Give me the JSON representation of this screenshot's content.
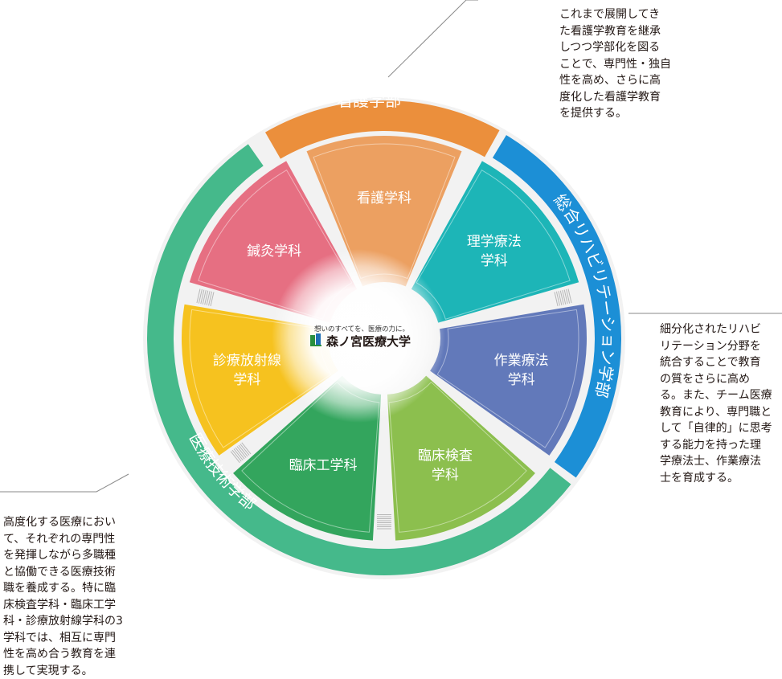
{
  "center": {
    "tagline": "想いのすべてを、医療の力に。",
    "logo_name": "森ノ宮医療大学"
  },
  "faculties": {
    "nursing": {
      "name": "看護学部",
      "color": "#eb8f3c",
      "description": [
        "これまで展開してき",
        "た看護学教育を継承",
        "しつつ学部化を図る",
        "ことで、専門性・独自",
        "性を高め、さらに高",
        "度化した看護学教育",
        "を提供する。"
      ]
    },
    "rehabilitation": {
      "name": "総合リハビリテーション学部",
      "color": "#1c8fd6",
      "description": [
        "細分化されたリハビ",
        "リテーション分野を",
        "統合することで教育",
        "の質をさらに高め",
        "る。また、チーム医療",
        "教育により、専門職と",
        "して「自律的」に思考",
        "する能力を持った理",
        "学療法士、作業療法",
        "士を育成する。"
      ]
    },
    "medical_technology": {
      "name": "医療技術学部",
      "color": "#45b98b",
      "description": [
        "高度化する医療におい",
        "て、それぞれの専門性",
        "を発揮しながら多職種",
        "と協働できる医療技術",
        "職を養成する。特に臨",
        "床検査学科・臨床工学",
        "科・診療放射線学科の3",
        "学科では、相互に専門",
        "性を高め合う教育を連",
        "携して実現する。"
      ]
    }
  },
  "departments": [
    {
      "key": "nursing",
      "lines": [
        "看護学科"
      ],
      "color": "#eca061"
    },
    {
      "key": "physical-therapy",
      "lines": [
        "理学療法",
        "学科"
      ],
      "color": "#1db5b7"
    },
    {
      "key": "occupational-therapy",
      "lines": [
        "作業療法",
        "学科"
      ],
      "color": "#6279ba"
    },
    {
      "key": "clinical-laboratory",
      "lines": [
        "臨床検査",
        "学科"
      ],
      "color": "#8cbf4e"
    },
    {
      "key": "clinical-engineering",
      "lines": [
        "臨床工学科"
      ],
      "color": "#33a55d"
    },
    {
      "key": "radiology",
      "lines": [
        "診療放射線",
        "学科"
      ],
      "color": "#f6c21f"
    },
    {
      "key": "acupuncture",
      "lines": [
        "鍼灸学科"
      ],
      "color": "#e66f82"
    }
  ]
}
